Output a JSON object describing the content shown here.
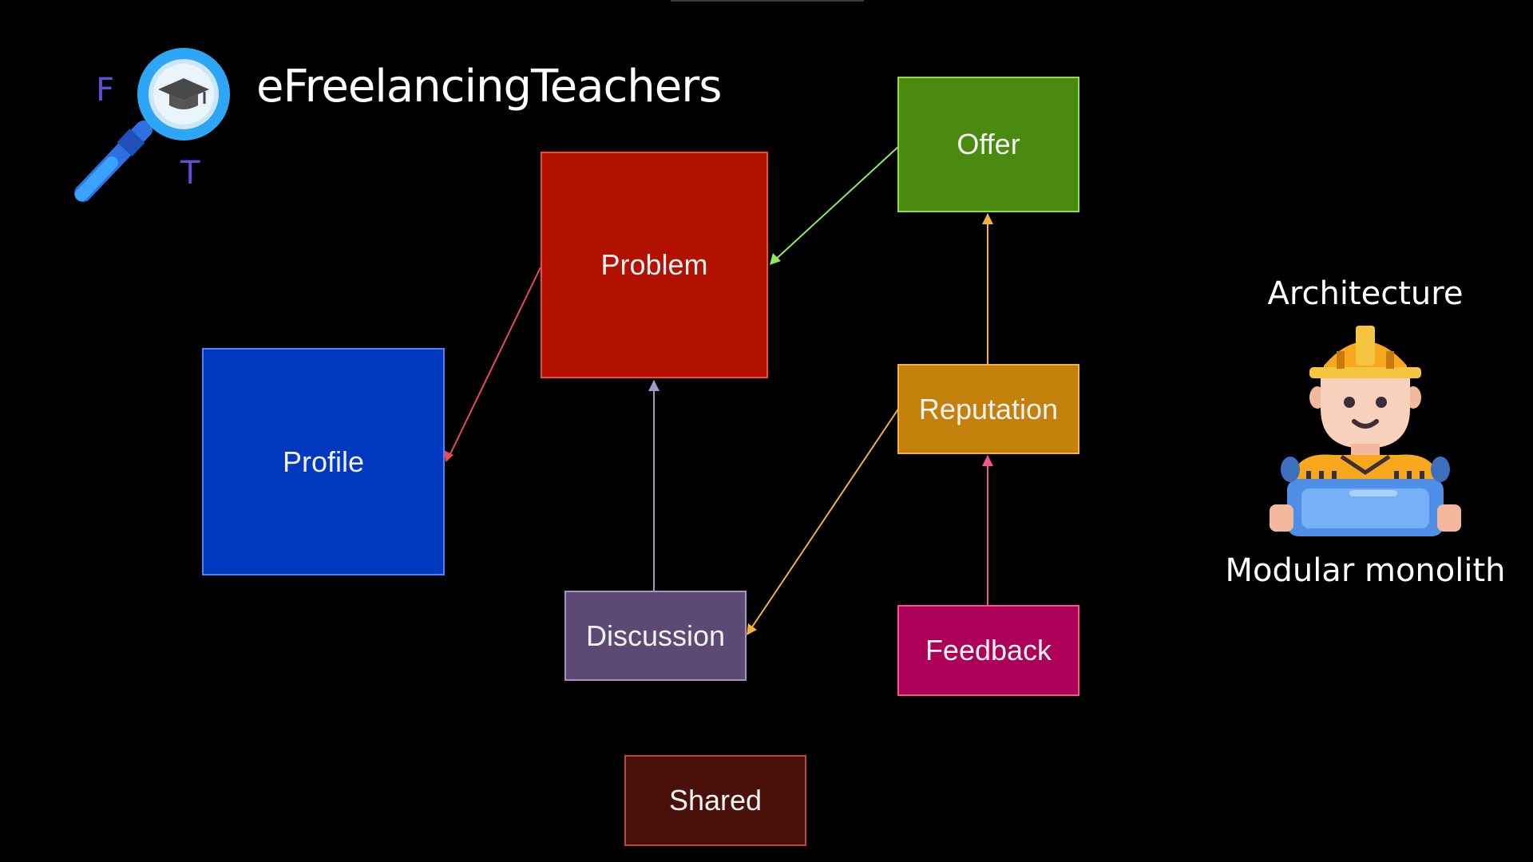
{
  "brand": {
    "title": "eFreelancingTeachers",
    "logo_letters": {
      "left": "F",
      "bottom": "T"
    },
    "logo_icon": "magnifier-graduation-cap-icon",
    "letter_color": "#5c4fd6"
  },
  "modules": {
    "offer": {
      "label": "Offer",
      "fill": "#4b8a10",
      "border": "#8fdc4a"
    },
    "problem": {
      "label": "Problem",
      "fill": "#b21100",
      "border": "#f04a3a"
    },
    "profile": {
      "label": "Profile",
      "fill": "#0039bf",
      "border": "#4d82ff"
    },
    "reputation": {
      "label": "Reputation",
      "fill": "#c3810b",
      "border": "#f2b23d"
    },
    "discussion": {
      "label": "Discussion",
      "fill": "#5c4a74",
      "border": "#a494c6"
    },
    "feedback": {
      "label": "Feedback",
      "fill": "#ad0058",
      "border": "#f0558f"
    },
    "shared": {
      "label": "Shared",
      "fill": "#4a110b",
      "border": "#b8483a"
    }
  },
  "connections": [
    {
      "from": "offer",
      "to": "problem",
      "color": "#8fea5a"
    },
    {
      "from": "problem",
      "to": "profile",
      "color": "#ea4a55"
    },
    {
      "from": "discussion",
      "to": "problem",
      "color": "#a597c9"
    },
    {
      "from": "reputation",
      "to": "offer",
      "color": "#f2b23d"
    },
    {
      "from": "reputation",
      "to": "discussion",
      "color": "#f2b23d"
    },
    {
      "from": "feedback",
      "to": "reputation",
      "color": "#f0558f"
    }
  ],
  "architecture": {
    "heading": "Architecture",
    "subtitle": "Modular monolith",
    "icon": "construction-worker-icon"
  }
}
